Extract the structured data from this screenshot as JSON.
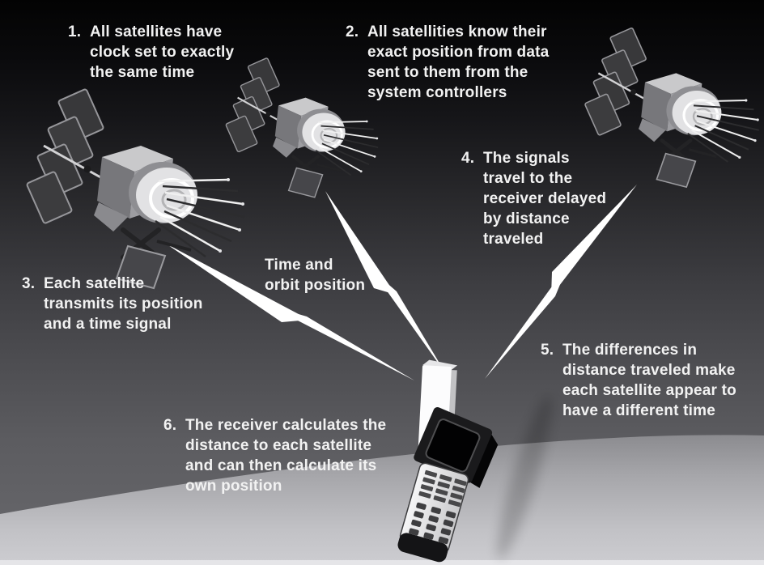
{
  "scene": {
    "title_note": "GPS positioning explanation diagram",
    "steps": [
      {
        "number": "1.",
        "text": "All satellites have\nclock set to exactly\nthe same time"
      },
      {
        "number": "2.",
        "text": "All satellities know their\nexact position from data\nsent to them from the\nsystem controllers"
      },
      {
        "number": "3.",
        "text": "Each satellite\ntransmits its position\nand a time signal"
      },
      {
        "number": "4.",
        "text": "The signals\ntravel to the\nreceiver delayed\nby distance\ntraveled"
      },
      {
        "number": "5.",
        "text": "The differences in\ndistance traveled make\neach satellite appear to\nhave a different time"
      },
      {
        "number": "6.",
        "text": "The receiver calculates the\ndistance to each satellite\nand can then calculate its\nown position"
      }
    ],
    "floating_label": {
      "text": "Time and\norbit position"
    },
    "icons": {
      "satellite": "satellite-icon",
      "signal": "lightning-bolt-icon",
      "receiver": "flip-phone-icon"
    },
    "colors": {
      "background_top": "#000000",
      "background_bottom": "#69696d",
      "ground_dark": "#86868a",
      "ground_light": "#cdcdd1",
      "signal_bolt": "#ffffff",
      "text": "#f2f2f2",
      "satellite_panel": "#38383a",
      "phone_lid": "#fcfcfd"
    }
  }
}
